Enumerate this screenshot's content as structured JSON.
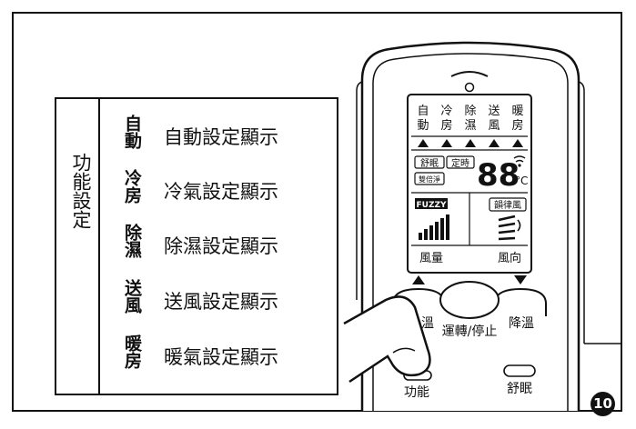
{
  "legend": {
    "title": "功能設定",
    "modes": [
      {
        "short": "自動",
        "description": "自動設定顯示"
      },
      {
        "short": "冷房",
        "description": "冷氣設定顯示"
      },
      {
        "short": "除濕",
        "description": "除濕設定顯示"
      },
      {
        "short": "送風",
        "description": "送風設定顯示"
      },
      {
        "short": "暖房",
        "description": "暖氣設定顯示"
      }
    ]
  },
  "remote": {
    "display_modes": [
      {
        "top": "自",
        "bottom": "動"
      },
      {
        "top": "冷",
        "bottom": "房"
      },
      {
        "top": "除",
        "bottom": "濕"
      },
      {
        "top": "送",
        "bottom": "風"
      },
      {
        "top": "暖",
        "bottom": "房"
      }
    ],
    "comfort_label": "舒眠",
    "timer_label": "定時",
    "dual_clean_label": "雙倍淨",
    "temperature_digits": "88",
    "temperature_unit": "°C",
    "fuzzy_label": "FUZZY",
    "swing_label": "韻律風",
    "fan_speed_label": "風量",
    "wind_direction_label": "風向",
    "temp_up_label": "升溫",
    "power_label": "運轉/停止",
    "temp_down_label": "降溫",
    "function_label": "功能",
    "sleep_label": "舒眠"
  },
  "step_number": "10"
}
